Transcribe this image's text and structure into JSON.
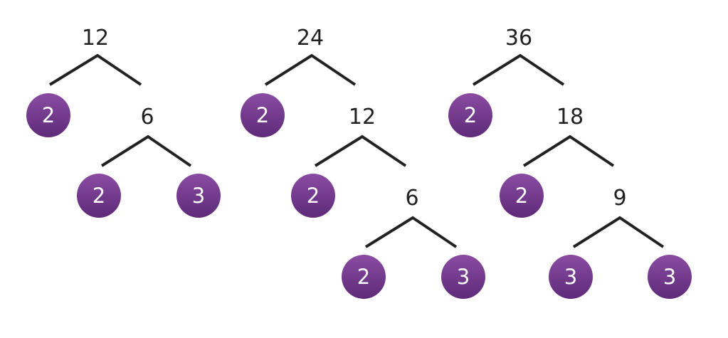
{
  "colors": {
    "prime_fill_top": "#8a4ca2",
    "prime_fill_bottom": "#5e2a79",
    "branch": "#222222",
    "text": "#222222"
  },
  "trees": [
    {
      "root": "12",
      "left_prime": "2",
      "right": {
        "value": "6",
        "left_prime": "2",
        "right_prime": "3"
      }
    },
    {
      "root": "24",
      "left_prime": "2",
      "right": {
        "value": "12",
        "left_prime": "2",
        "right": {
          "value": "6",
          "left_prime": "2",
          "right_prime": "3"
        }
      }
    },
    {
      "root": "36",
      "left_prime": "2",
      "right": {
        "value": "18",
        "left_prime": "2",
        "right": {
          "value": "9",
          "left_prime": "3",
          "right_prime": "3"
        }
      }
    }
  ]
}
